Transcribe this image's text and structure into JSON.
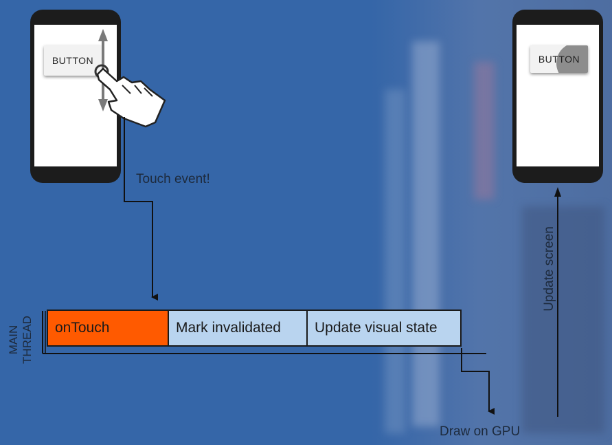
{
  "left_phone": {
    "button_label": "BUTTON"
  },
  "right_phone": {
    "button_label": "BUTTON"
  },
  "labels": {
    "touch_event": "Touch event!",
    "update_screen": "Update screen",
    "draw_on_gpu": "Draw on GPU"
  },
  "thread": {
    "label_line1": "MAIN",
    "label_line2": "THREAD",
    "tasks": [
      "onTouch",
      "Mark invalidated",
      "Update visual state"
    ]
  },
  "colors": {
    "background": "#3566a8",
    "on_touch": "#ff5a00",
    "task_light": "#b9d4ef",
    "line": "#111111"
  }
}
